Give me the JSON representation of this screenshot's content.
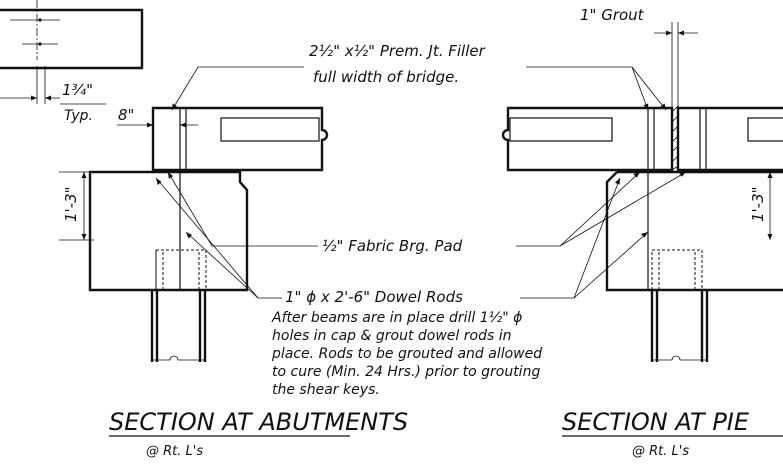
{
  "labels": {
    "grout": "1\" Grout",
    "filler_line1": "2½\" x½\" Prem. Jt. Filler",
    "filler_line2": "full width of bridge.",
    "dim_134": "1¾\"",
    "typ": "Typ.",
    "dim_8": "8\"",
    "dim_13_left": "1'-3\"",
    "dim_13_right": "1'-3\"",
    "pad": "½\" Fabric Brg. Pad",
    "dowel": "1\" ϕ x 2'-6\" Dowel Rods",
    "note": [
      "After beams are in place drill 1½\" ϕ",
      "holes in cap & grout dowel rods in",
      "place. Rods to be grouted and allowed",
      "to cure (Min. 24 Hrs.) prior to grouting",
      "the shear keys."
    ]
  },
  "titles": {
    "abutments": "SECTION AT ABUTMENTS",
    "abutments_sub": "@ Rt. L's",
    "piers": "SECTION AT PIE",
    "piers_sub": "@ Rt. L's"
  }
}
